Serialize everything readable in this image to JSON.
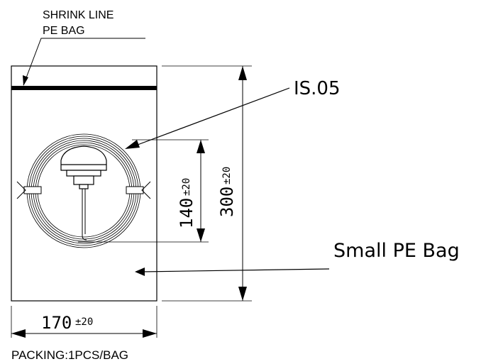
{
  "labels": {
    "shrink_line": "SHRINK LINE",
    "pe_bag": "PE BAG",
    "product": "IS.05",
    "small_pe_bag": "Small PE Bag",
    "packing": "PACKING:1PCS/BAG"
  },
  "dimensions": {
    "height": {
      "value": "300",
      "tolerance": "±20"
    },
    "coil": {
      "value": "140",
      "tolerance": "±20"
    },
    "width": {
      "value": "170",
      "tolerance": "±20"
    }
  },
  "colors": {
    "line": "#000000",
    "background": "#ffffff"
  }
}
